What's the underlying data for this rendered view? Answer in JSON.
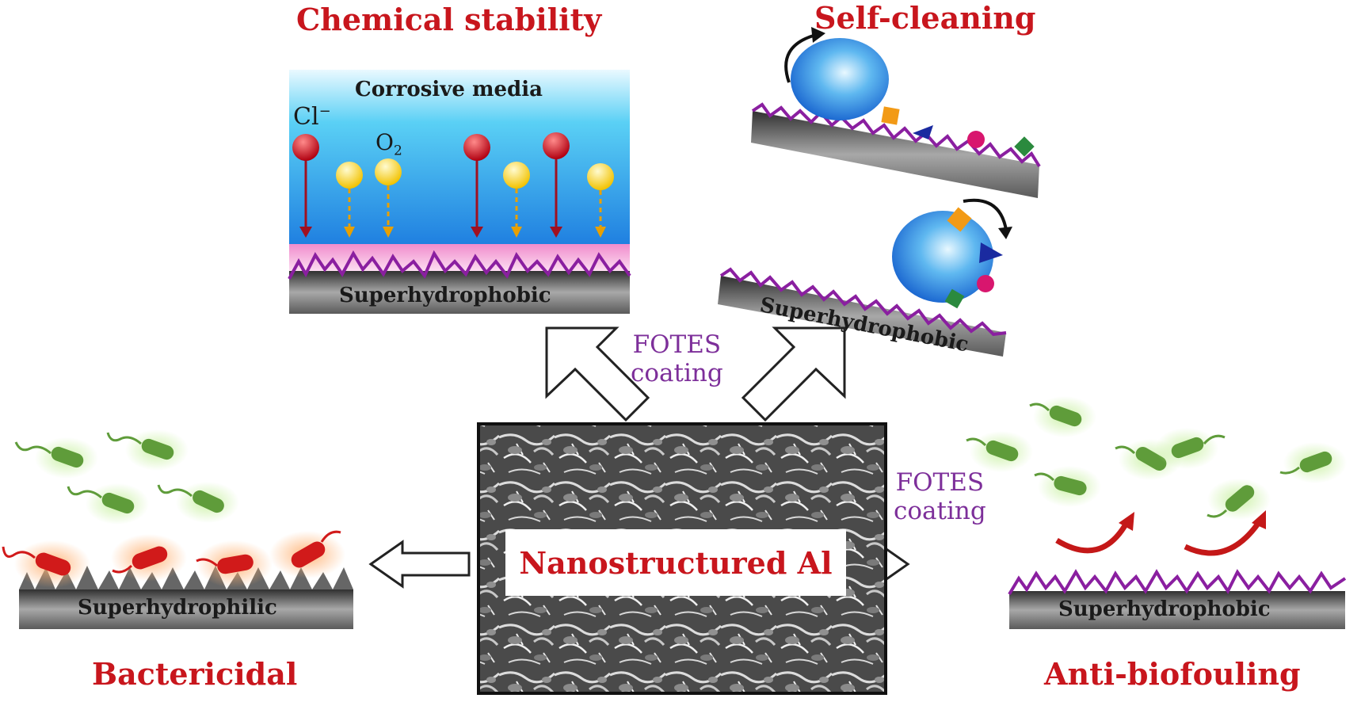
{
  "panels": {
    "chemical_stability": {
      "title": "Chemical stability",
      "media_label": "Corrosive media",
      "ion_chloride": "Cl",
      "ion_chloride_charge": "−",
      "ion_oxygen": "O",
      "ion_oxygen_subscript": "2",
      "surface_label": "Superhydrophobic"
    },
    "self_cleaning": {
      "title": "Self-cleaning",
      "surface_label": "Superhydrophobic"
    },
    "bactericidal": {
      "title": "Bactericidal",
      "surface_label": "Superhydrophilic"
    },
    "anti_biofouling": {
      "title": "Anti-biofouling",
      "surface_label": "Superhydrophobic"
    }
  },
  "center": {
    "label": "Nanostructured Al"
  },
  "coatings": {
    "top": {
      "line1": "FOTES",
      "line2": "coating"
    },
    "right": {
      "line1": "FOTES",
      "line2": "coating"
    }
  },
  "colors": {
    "title_red": "#c8161d",
    "coating_purple": "#7d2f9a",
    "rough_line": "#8a1fa0",
    "bacteria_green": "#5f9c3a",
    "bacteria_red": "#d11a1a",
    "droplet_blue": "#2c8fe0"
  }
}
